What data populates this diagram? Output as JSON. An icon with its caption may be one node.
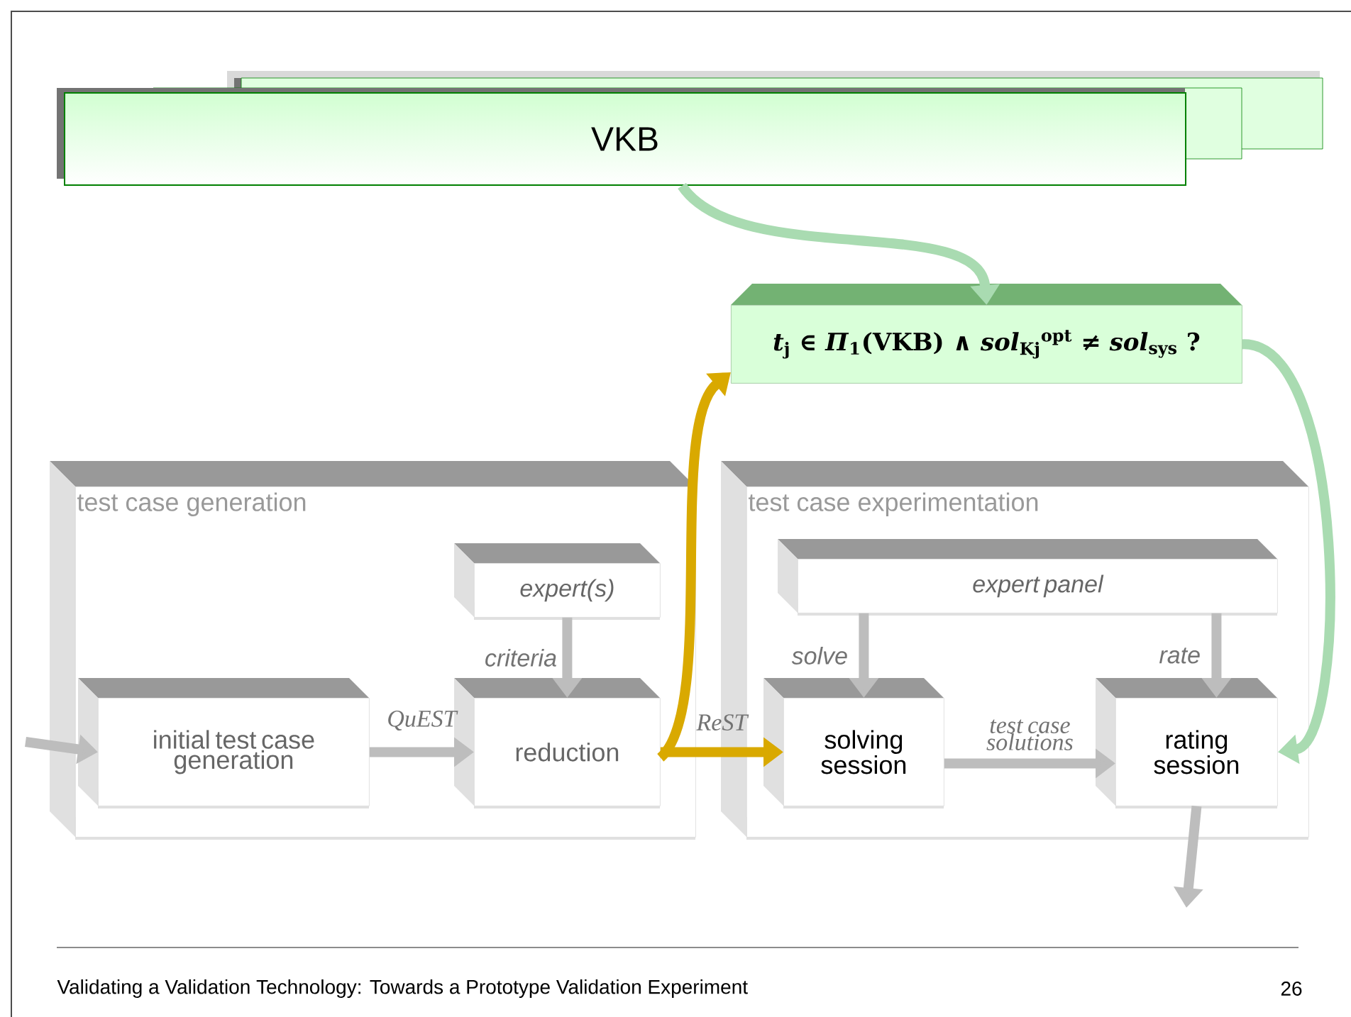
{
  "diagram": {
    "nodes": [
      {
        "text": [
          "VKB"
        ]
      },
      {
        "text": [
          "*t*$_{j}$ ∈ *Π*$_{1}$(VKB) ∧ *sol*$_{Kj}$$^{opt}$ ≠ *sol*$_{sys}$ ?"
        ]
      },
      {
        "text": [
          "test case generation"
        ]
      },
      {
        "text": [
          "expert(s)"
        ],
        "in": 2
      },
      {
        "text": [
          "initial test case generation"
        ],
        "in": 2
      },
      {
        "text": [
          "reduction"
        ],
        "in": 2
      },
      {
        "text": [
          "test case experimentation"
        ]
      },
      {
        "text": [
          "expert panel"
        ],
        "in": 6
      },
      {
        "text": [
          "solving session"
        ],
        "in": 6
      },
      {
        "text": [
          "rating session"
        ],
        "in": 6
      }
    ],
    "edges": [
      {
        "from": null,
        "to": 4,
        "arrow": "to"
      },
      {
        "from": 4,
        "to": 5,
        "arrow": "to",
        "label": "QuEST"
      },
      {
        "from": 3,
        "to": 5,
        "arrow": "to",
        "label": "criteria"
      },
      {
        "from": 5,
        "to": 8,
        "arrow": "to",
        "label": "ReST",
        "color": "#d9a900"
      },
      {
        "from": 5,
        "to": 1,
        "arrow": "to",
        "color": "#d9a900"
      },
      {
        "from": 0,
        "to": 1,
        "arrow": "to",
        "color": "#a9dbb1"
      },
      {
        "from": 1,
        "to": 9,
        "arrow": "to",
        "color": "#a9dbb1"
      },
      {
        "from": 7,
        "to": 8,
        "arrow": "to",
        "label": "solve"
      },
      {
        "from": 7,
        "to": 9,
        "arrow": "to",
        "label": "rate"
      },
      {
        "from": 8,
        "to": 9,
        "arrow": "to",
        "label": "test case solutions"
      },
      {
        "from": 9,
        "to": null,
        "arrow": "to"
      }
    ],
    "labels": [
      "Validating a Validation Technology: Towards a Prototype Validation Experiment",
      "26"
    ]
  }
}
